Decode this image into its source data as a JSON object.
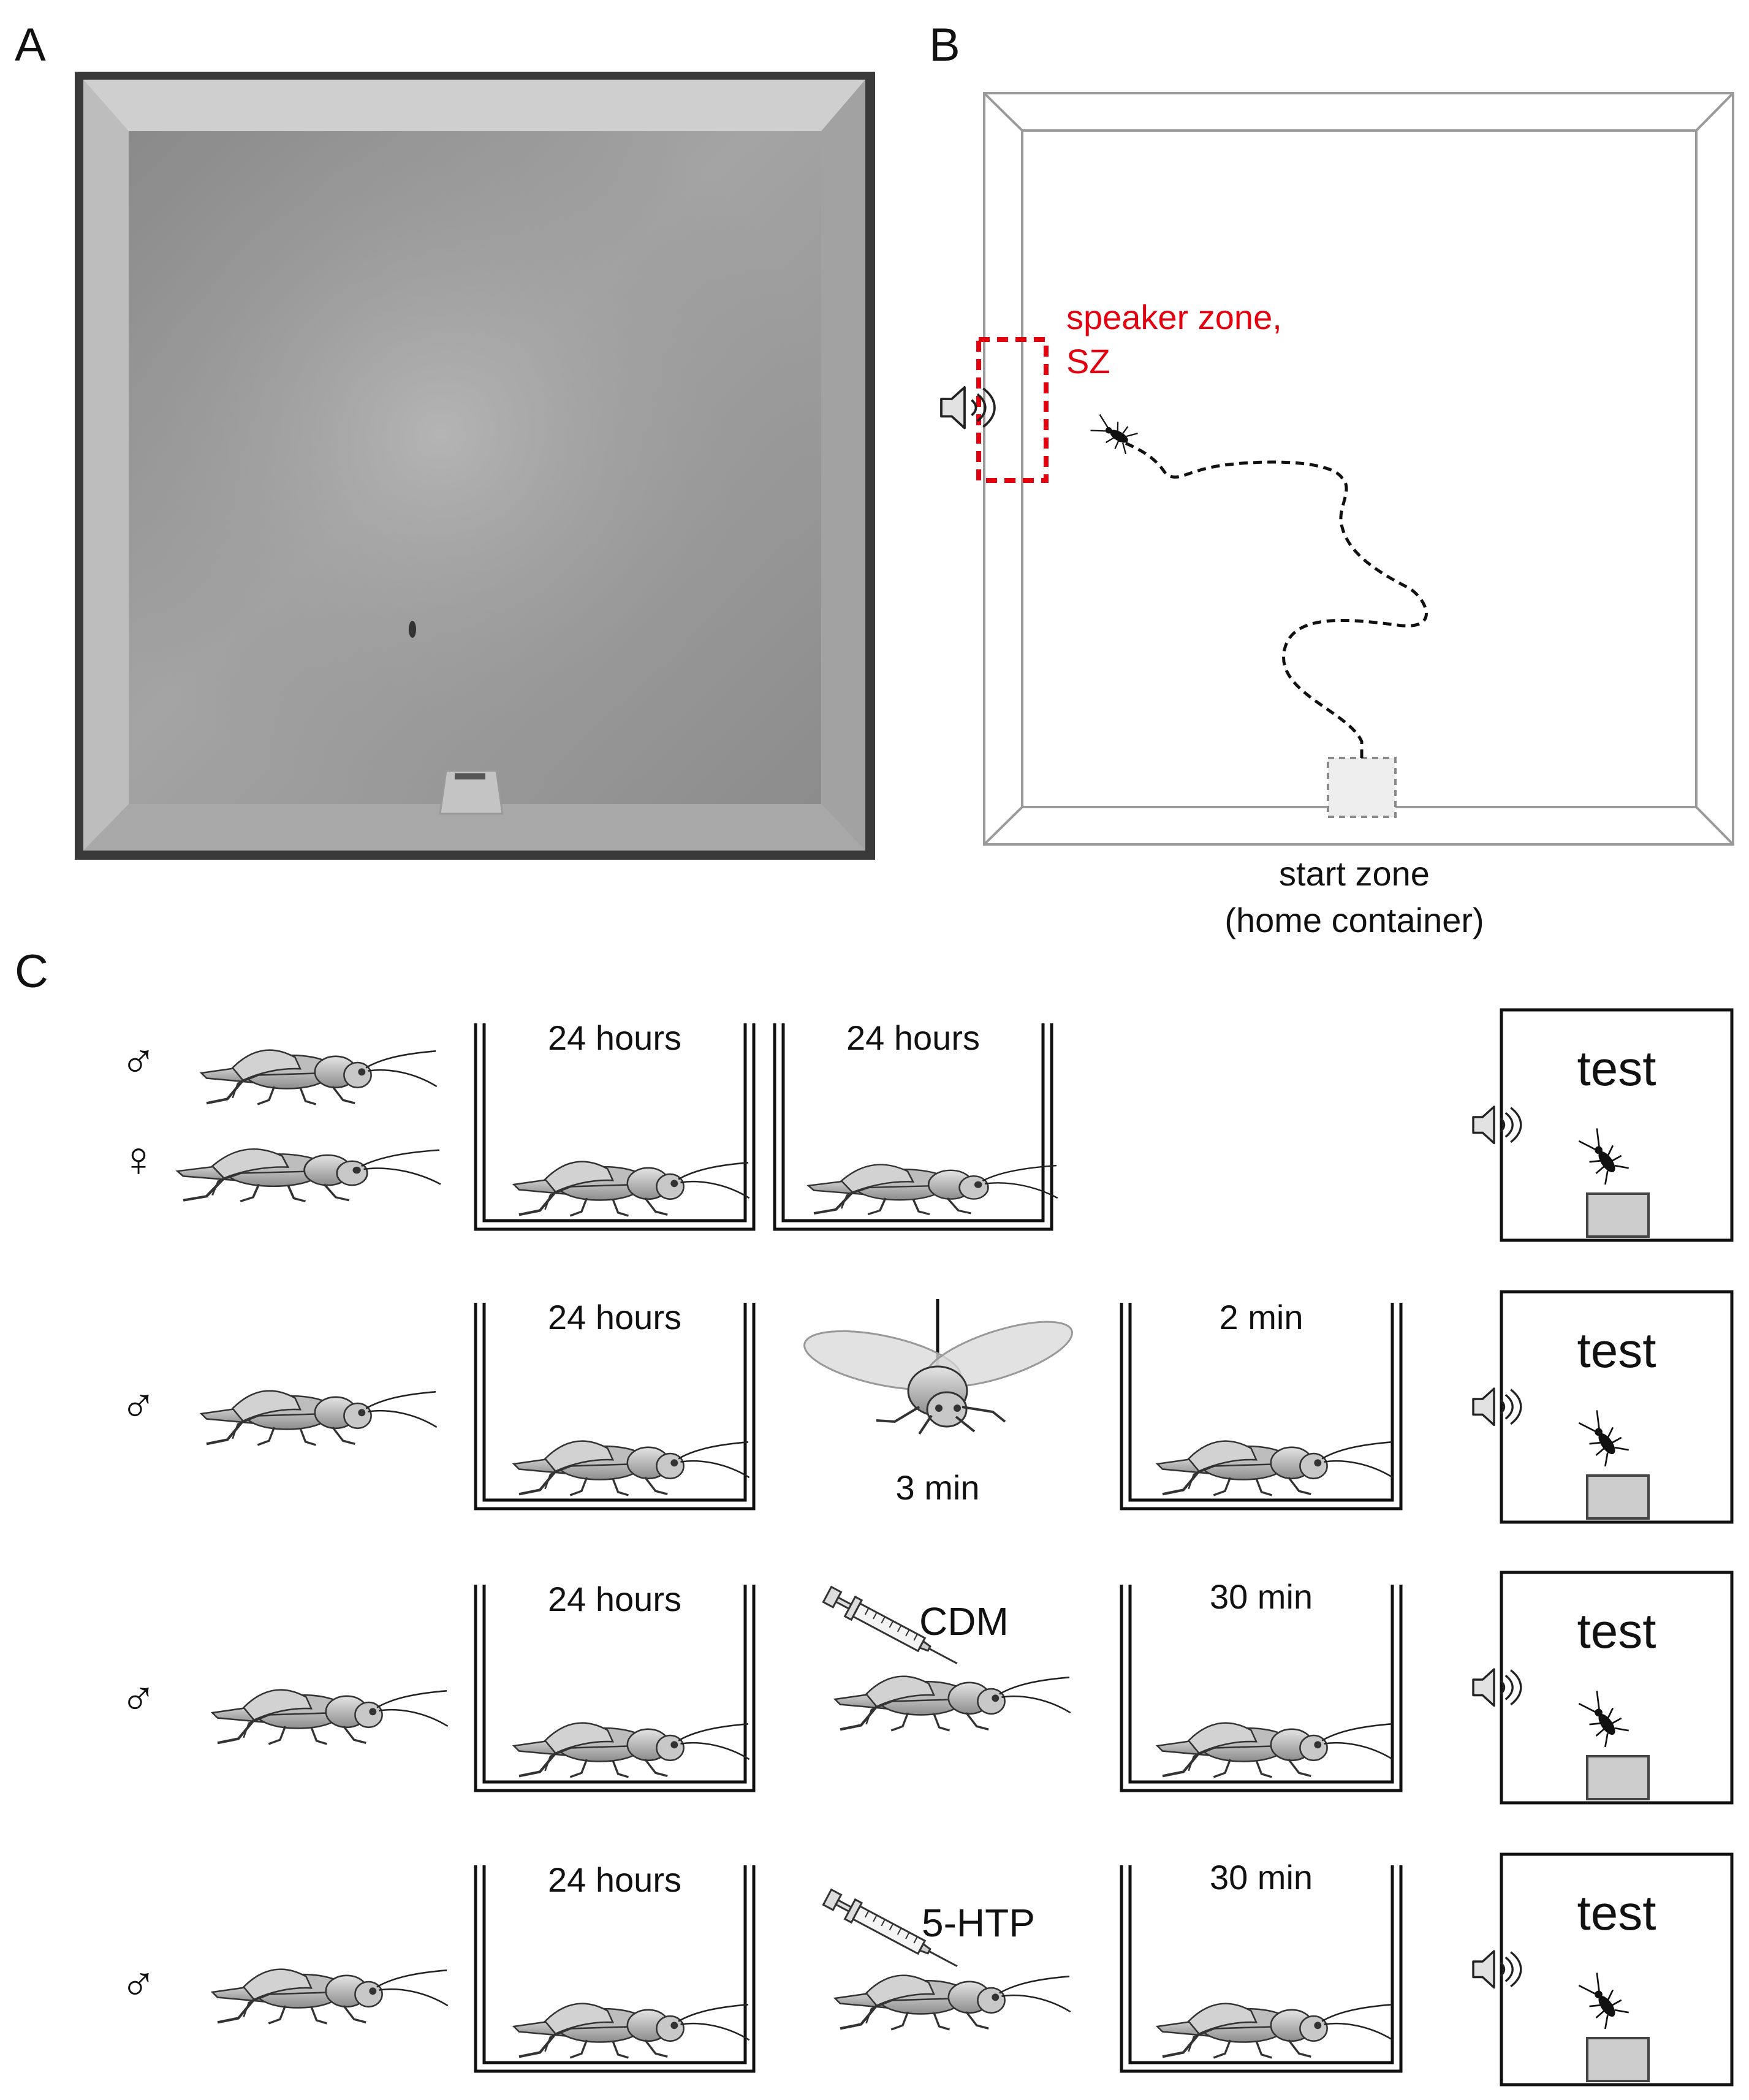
{
  "panels": {
    "a": {
      "letter": "A"
    },
    "b": {
      "letter": "B",
      "speaker_zone_line1": "speaker zone,",
      "speaker_zone_line2": "SZ",
      "start_zone_line1": "start zone",
      "start_zone_line2": "(home container)"
    },
    "c": {
      "letter": "C"
    }
  },
  "rows": [
    {
      "sex": [
        "♂",
        "♀"
      ],
      "box1": "24 hours",
      "box2": "24 hours",
      "test": "test"
    },
    {
      "sex": [
        "♂"
      ],
      "box1": "24 hours",
      "treatment": "3 min",
      "box2": "2 min",
      "test": "test"
    },
    {
      "sex": [
        "♂"
      ],
      "box1": "24 hours",
      "treatment": "CDM",
      "box2": "30 min",
      "test": "test"
    },
    {
      "sex": [
        "♂"
      ],
      "box1": "24 hours",
      "treatment": "5-HTP",
      "box2": "30 min",
      "test": "test"
    }
  ],
  "colors": {
    "highlight": "#e3000f",
    "container_fill": "#cccccc",
    "arena_gray": "#9a9a9a"
  },
  "icons": [
    "speaker-icon",
    "cricket-icon",
    "syringe-icon",
    "flying-insect-icon"
  ]
}
